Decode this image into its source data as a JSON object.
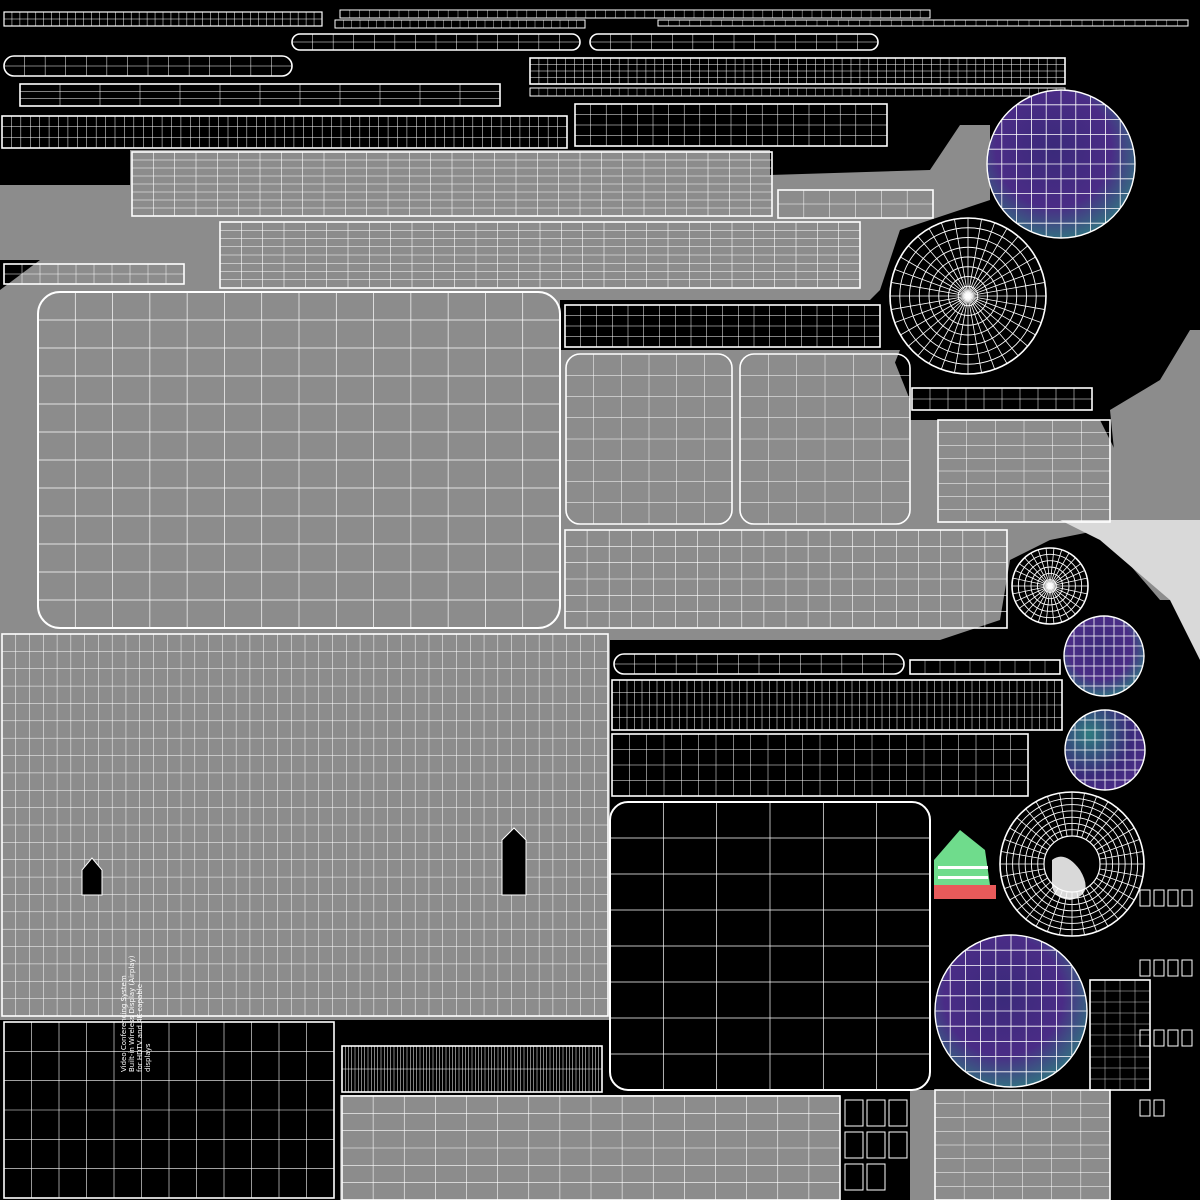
{
  "title": "",
  "palette": {
    "background": "#000000",
    "island": "#8c8c8c",
    "island_light": "#d9d9d9",
    "wire": "#ffffff",
    "sphere_a": "#4a2c86",
    "sphere_b": "#2f7c80",
    "green": "#6fdc8c",
    "red": "#e85a5a"
  },
  "label_lines": [
    "Video Conferencing System",
    "Built-in Wireless Display (Airplay)",
    "for HDTV and 4K capable",
    "displays"
  ]
}
